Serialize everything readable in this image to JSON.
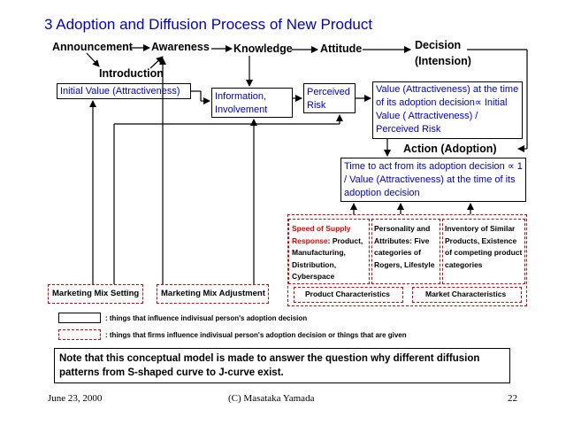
{
  "title": "3 Adoption and Diffusion Process of New Product",
  "stages": {
    "announcement": "Announcement",
    "awareness": "Awareness",
    "knowledge": "Knowledge",
    "attitude": "Attitude",
    "decision": "Decision",
    "intension": "(Intension)",
    "introduction": "Introduction",
    "action": "Action (Adoption)"
  },
  "boxes": {
    "initial_value": "Initial Value (Attractiveness)",
    "information": "Information, Involvement",
    "perceived_risk": "Perceived Risk",
    "value_time": "Value (Attractiveness) at the time of its adoption decision∝ Initial Value ( Attractiveness) / Perceived Risk",
    "time_to_act": "Time to act from its adoption decision ∝ 1 / Value (Attractiveness) at the time of its adoption decision"
  },
  "factors": {
    "speed_red": "Speed of Supply Response",
    "speed_rest": ": Product, Manufacturing, Distribution, Cyberspace",
    "personality": "Personality and Attributes: Five categories of Rogers, Lifestyle",
    "inventory": "Inventory of Similar Products, Existence of competing product categories",
    "product_characteristics": "Product Characteristics",
    "market_characteristics": "Market Characteristics",
    "mix_setting": "Marketing Mix Setting",
    "mix_adjustment": "Marketing Mix Adjustment"
  },
  "legend": {
    "solid": ": things that influence indivisual person's adoption decision",
    "dashed": ": things that firms influence indivisual person's adoption decision or things that are given"
  },
  "note": "Note that this conceptual model is made to answer the question why different diffusion patterns from S-shaped curve to J-curve exist.",
  "footer": {
    "date": "June 23, 2000",
    "author": "(C) Masataka Yamada",
    "page": "22"
  },
  "colors": {
    "title_blue": "#0000cc",
    "dashed_red": "#e00000"
  }
}
